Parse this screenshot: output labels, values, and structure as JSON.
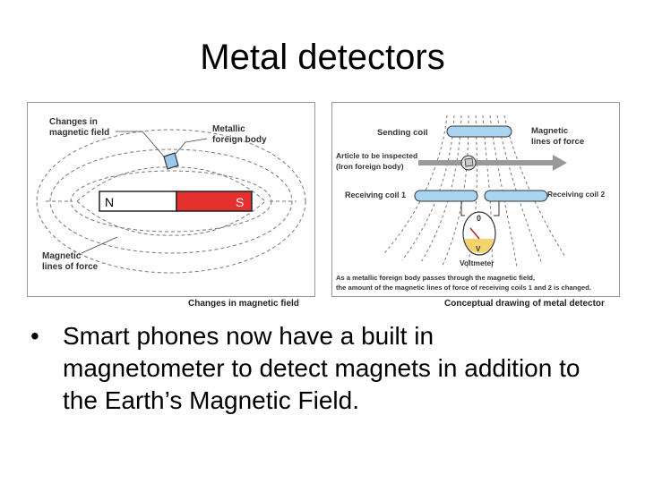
{
  "slide": {
    "title": "Metal detectors",
    "bullet_symbol": "•",
    "bullet_text": "Smart phones now have a built in magnetometer to detect magnets in addition to the Earth’s Magnetic Field."
  },
  "figure_left": {
    "label_changes": [
      "Changes in",
      "magnetic field"
    ],
    "label_metallic": [
      "Metallic",
      "foreign body"
    ],
    "label_lines": [
      "Magnetic",
      "lines of force"
    ],
    "magnet_north": "N",
    "magnet_south": "S",
    "caption": "Changes in magnetic field",
    "colors": {
      "south": "#e53030",
      "north": "#ffffff",
      "body": "#9cc8e8"
    }
  },
  "figure_right": {
    "label_sending": "Sending coil",
    "label_magnetic": [
      "Magnetic",
      "lines of force"
    ],
    "label_article": [
      "Article to be inspected",
      "(Iron foreign body)"
    ],
    "label_coil1": "Receiving coil 1",
    "label_coil2": "Receiving coil 2",
    "meter_zero": "0",
    "meter_v": "V",
    "label_voltmeter": "Voltmeter",
    "note": [
      "As a metallic foreign body passes through the magnetic field,",
      "the amount of the magnetic lines of force of receiving coils 1 and 2 is changed."
    ],
    "caption": "Conceptual drawing of metal detector",
    "colors": {
      "coil": "#a8d4f0",
      "arrow": "#999999",
      "meter": "#f2d46a"
    }
  }
}
